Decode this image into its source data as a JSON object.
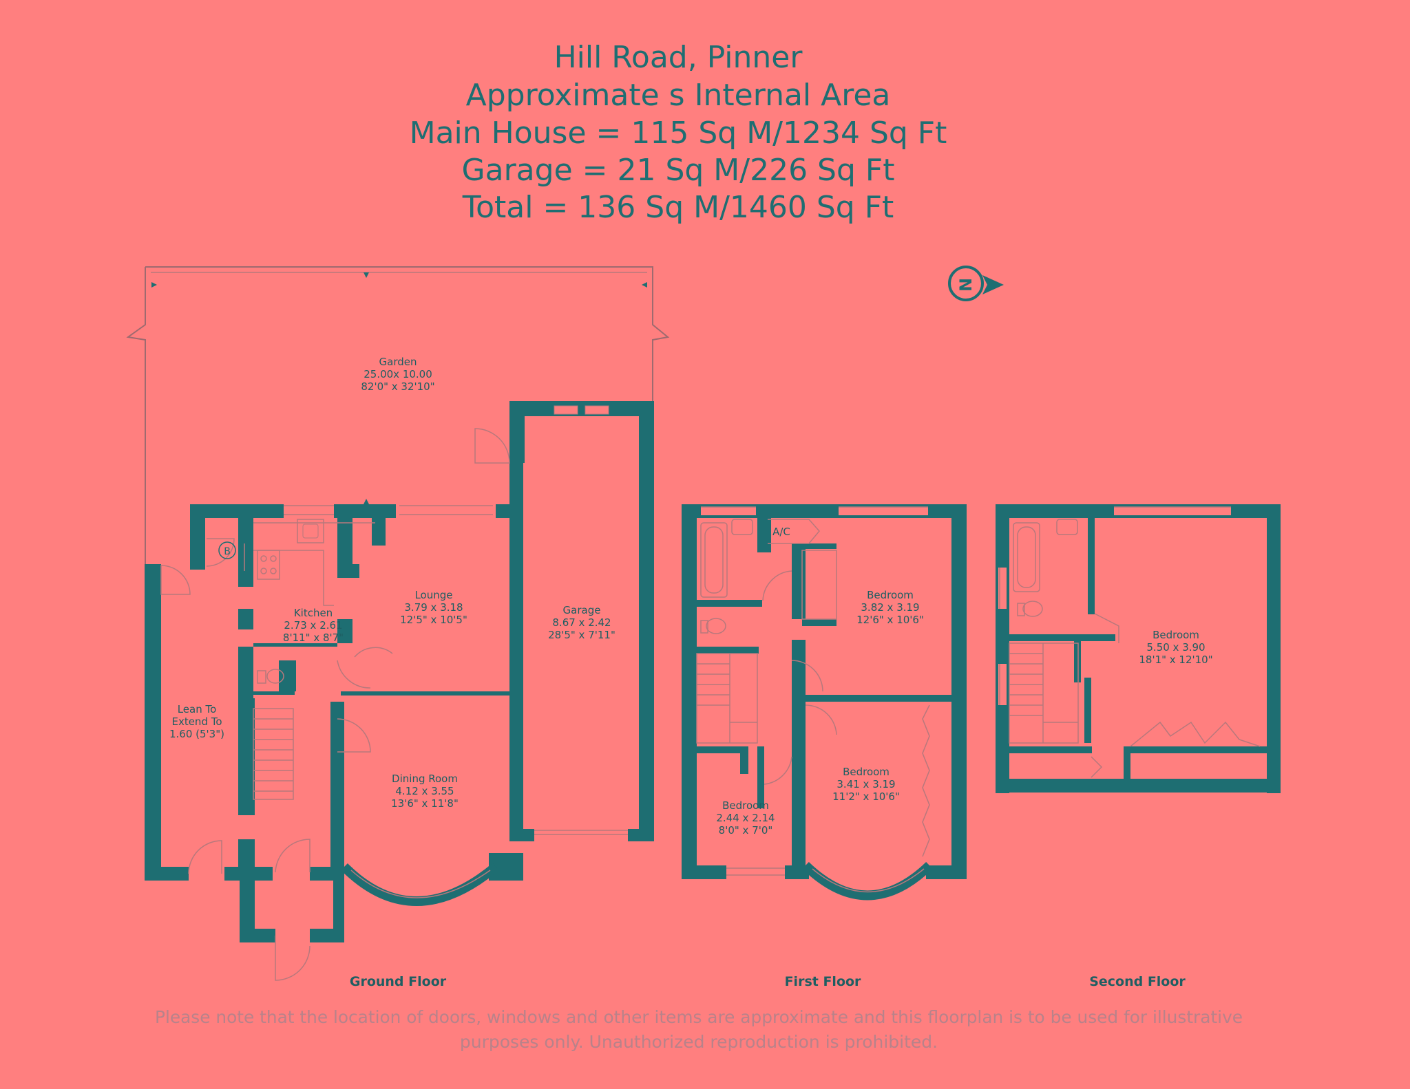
{
  "header": {
    "lines": [
      "Hill Road, Pinner",
      "Approximate s Internal Area",
      "Main House = 115 Sq M/1234 Sq Ft",
      "Garage = 21 Sq M/226 Sq Ft",
      "Total = 136 Sq M/1460 Sq Ft"
    ]
  },
  "compass": {
    "label": "N"
  },
  "rooms": {
    "garden": {
      "name": "Garden",
      "metric": "25.00x 10.00",
      "imperial": "82'0\" x 32'10\""
    },
    "lounge": {
      "name": "Lounge",
      "metric": "3.79 x 3.18",
      "imperial": "12'5\" x 10'5\""
    },
    "kitchen": {
      "name": "Kitchen",
      "metric": "2.73 x 2.61",
      "imperial": "8'11\" x 8'7\""
    },
    "garage": {
      "name": "Garage",
      "metric": "8.67 x 2.42",
      "imperial": "28'5\" x 7'11\""
    },
    "leanto": {
      "line1": "Lean To",
      "line2": "Extend To",
      "line3": "1.60 (5'3\")"
    },
    "dining": {
      "name": "Dining Room",
      "metric": "4.12 x 3.55",
      "imperial": "13'6\" x 11'8\""
    },
    "boiler": {
      "label": "B"
    },
    "ac": {
      "label": "A/C"
    },
    "bedroom_ff_front": {
      "name": "Bedroom",
      "metric": "3.82 x 3.19",
      "imperial": "12'6\" x 10'6\""
    },
    "bedroom_ff_rear": {
      "name": "Bedroom",
      "metric": "3.41 x 3.19",
      "imperial": "11'2\" x 10'6\""
    },
    "bedroom_ff_small": {
      "name": "Bedroom",
      "metric": "2.44 x 2.14",
      "imperial": "8'0\" x 7'0\""
    },
    "bedroom_sf": {
      "name": "Bedroom",
      "metric": "5.50 x 3.90",
      "imperial": "18'1\" x 12'10\""
    }
  },
  "floors": {
    "ground": "Ground Floor",
    "first": "First Floor",
    "second": "Second Floor"
  },
  "disclaimer": {
    "line1": "Please note that the location of doors, windows and other items are approximate and this floorplan is to be used for illustrative",
    "line2": "purposes only. Unauthorized reproduction is prohibited."
  },
  "colors": {
    "background": "#ff7f7f",
    "walls": "#1e6e72",
    "text": "#1e5e62",
    "disclaimer": "#b8828a"
  }
}
